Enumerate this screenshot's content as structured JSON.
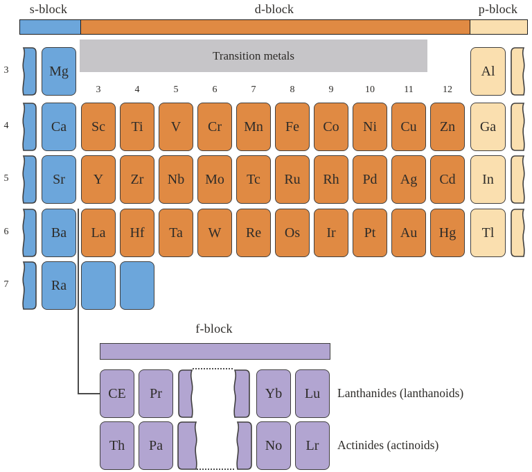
{
  "block_labels": {
    "s": "s-block",
    "d": "d-block",
    "p": "p-block"
  },
  "transition_metals_label": "Transition metals",
  "group_numbers": [
    "3",
    "4",
    "5",
    "6",
    "7",
    "8",
    "9",
    "10",
    "11",
    "12"
  ],
  "periods": [
    {
      "number": "3",
      "s": "Mg",
      "d": [],
      "p": "Al"
    },
    {
      "number": "4",
      "s": "Ca",
      "d": [
        "Sc",
        "Ti",
        "V",
        "Cr",
        "Mn",
        "Fe",
        "Co",
        "Ni",
        "Cu",
        "Zn"
      ],
      "p": "Ga"
    },
    {
      "number": "5",
      "s": "Sr",
      "d": [
        "Y",
        "Zr",
        "Nb",
        "Mo",
        "Tc",
        "Ru",
        "Rh",
        "Pd",
        "Ag",
        "Cd"
      ],
      "p": "In"
    },
    {
      "number": "6",
      "s": "Ba",
      "d": [
        "La",
        "Hf",
        "Ta",
        "W",
        "Re",
        "Os",
        "Ir",
        "Pt",
        "Au",
        "Hg"
      ],
      "p": "Tl"
    },
    {
      "number": "7",
      "s": "Ra",
      "d_empty": 2
    }
  ],
  "f_block": {
    "label": "f-block",
    "rows": [
      {
        "left": [
          "CE",
          "Pr"
        ],
        "right": [
          "Yb",
          "Lu"
        ],
        "label": "Lanthanides (lanthanoids)"
      },
      {
        "left": [
          "Th",
          "Pa"
        ],
        "right": [
          "No",
          "Lr"
        ],
        "label": "Actinides (actinoids)"
      }
    ]
  },
  "colors": {
    "s_block": "#6ca6db",
    "d_block": "#e08a43",
    "p_block": "#fadfaf",
    "f_block": "#b2a5d1",
    "transition_bar": "#c6c5c8",
    "cell_border": "#3f3e3e",
    "connector": "#4a4a4a",
    "text": "#2d2b28"
  }
}
